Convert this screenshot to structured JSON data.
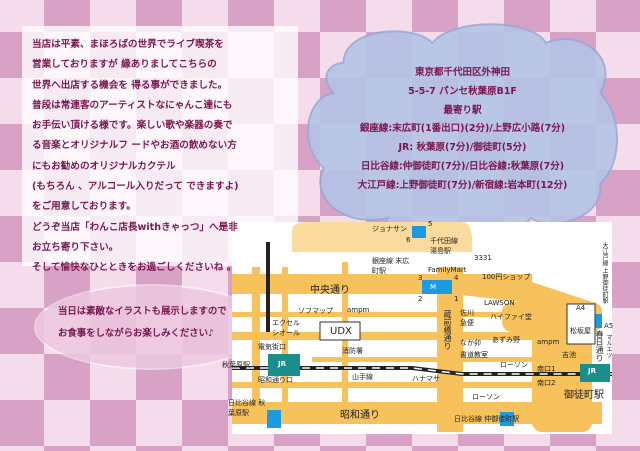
{
  "intro": {
    "lines": [
      "当店は平素、まほろばの世界でライブ喫茶を",
      "営業しておりますが 縁ありましてこちらの",
      "世界へ出店する機会を 得る事ができました。",
      "普段は常連客のアーティストなにゃんこ達にも",
      "お手伝い頂ける様です。楽しい歌や楽器の奏で",
      "る音楽とオリジナルフ ードやお酒の飲めない方",
      "にもお勧めのオリジナルカクテル",
      "(もちろん 、アルコール入りだって できますよ)",
      "をご用意しております。",
      "どうぞ当店「わんこ店長withきゃっつ」へ是非",
      "お立ち寄り下さい。",
      "そして愉快なひとときをお過ごしくださいね 。"
    ]
  },
  "address": {
    "lines": [
      "東京都千代田区外神田",
      "5-5-7 パンセ秋葉原B1F",
      "最寄り駅",
      "銀座線:末広町(1番出口)(2分)/上野広小路(7分)",
      "JR: 秋葉原(7分)/御徒町(5分)",
      "日比谷線:仲御徒町(7分)/日比谷線:秋葉原(7分)",
      "大江戸線:上野御徒町(7分)/新宿線:岩本町(12分)"
    ]
  },
  "note": {
    "lines": [
      "当日は素敵なイラストも展示しますので",
      "お食事をしながらお楽しみください♪"
    ]
  },
  "map": {
    "roads": {
      "chuo": "中央通り",
      "showa": "昭和通り",
      "kuramae": "蔵前橋通り",
      "kasuga": "春日通り",
      "yamanote": "山手線"
    },
    "stations": {
      "akihabara": "秋葉原駅",
      "jr": "JR",
      "denki": "電気街口",
      "showa_exit": "昭和通り口",
      "hibiya_akiba": "日比谷線 秋葉原駅",
      "suehiro": "銀座線 末広町駅",
      "yushima": "千代田線 湯島駅",
      "okachimachi": "御徒町駅",
      "naka_okachi": "日比谷線 仲御徒町駅",
      "minami1": "南口1",
      "minami2": "南口2",
      "metro": "M"
    },
    "places": {
      "jonathan": "ジョナサン",
      "p3331": "3331",
      "familymart": "FamilyMart",
      "shop100": "100円ショップ",
      "lawson": "LAWSON",
      "sofmap": "ソフマップ",
      "ampm": "ampm",
      "ampm2": "ampm",
      "sagawa": "佐川急便",
      "hifi": "ハイファイ堂",
      "azumino": "あずみ野",
      "xcel": "エクセルシオール",
      "udx": "UDX",
      "fire": "消防署",
      "nakau": "なか卯",
      "shodo": "書道教室",
      "lawson2": "ローソン",
      "lawson3": "ローソン",
      "hanamasa": "ハナマサ",
      "matsuzakaya": "松坂屋",
      "yoshiike": "吉池",
      "maruetsu": "マルエツ",
      "oedo": "大江戸線 上野御徒町駅"
    },
    "exits": [
      "1",
      "2",
      "3",
      "4",
      "5",
      "6",
      "A4",
      "A5"
    ]
  },
  "colors": {
    "text": "#7a1650",
    "road": "#f7c15b",
    "cloud": "#b3c3e6",
    "jr": "#1a8f8a",
    "metro": "#1d9be0"
  }
}
